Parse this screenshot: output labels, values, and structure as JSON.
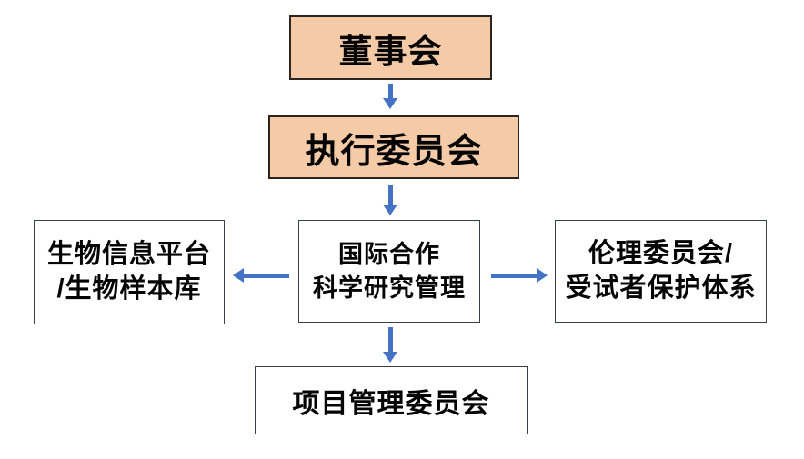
{
  "diagram": {
    "type": "org-flowchart",
    "background": "#ffffff",
    "colors": {
      "highlight_node_fill": "#f4caa7",
      "plain_node_fill": "#ffffff",
      "node_border": "#2b2620",
      "arrow": "#4472c4",
      "text": "#050505"
    },
    "nodes": {
      "board": {
        "label": "董事会",
        "style": "highlight"
      },
      "executive": {
        "label": "执行委员会",
        "style": "highlight"
      },
      "center": {
        "line1": "国际合作",
        "line2": "科学研究管理",
        "style": "plain"
      },
      "bioinfo": {
        "line1": "生物信息平台",
        "line2": "/生物样本库",
        "style": "plain"
      },
      "ethics": {
        "line1": "伦理委员会/",
        "line2": "受试者保护体系",
        "style": "plain"
      },
      "project": {
        "label": "项目管理委员会",
        "style": "plain"
      }
    },
    "edges": [
      {
        "from": "board",
        "to": "executive",
        "direction": "down"
      },
      {
        "from": "executive",
        "to": "center",
        "direction": "down"
      },
      {
        "from": "center",
        "to": "bioinfo",
        "direction": "left"
      },
      {
        "from": "center",
        "to": "ethics",
        "direction": "right"
      },
      {
        "from": "center",
        "to": "project",
        "direction": "down"
      }
    ]
  }
}
